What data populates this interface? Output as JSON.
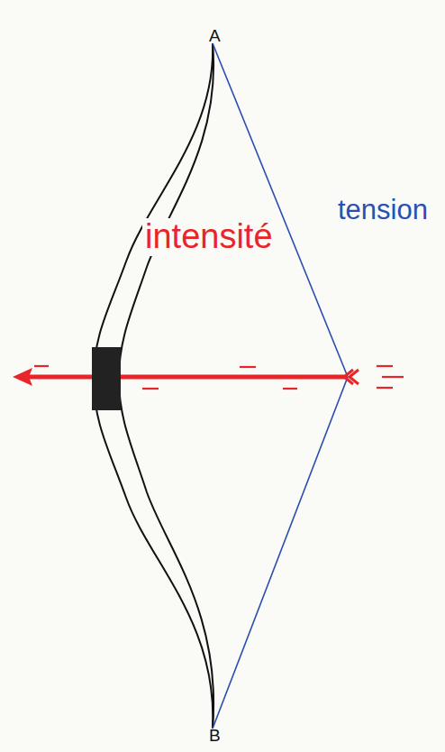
{
  "diagram": {
    "labels": [
      "A",
      "B",
      "tension",
      "intensité"
    ]
  }
}
